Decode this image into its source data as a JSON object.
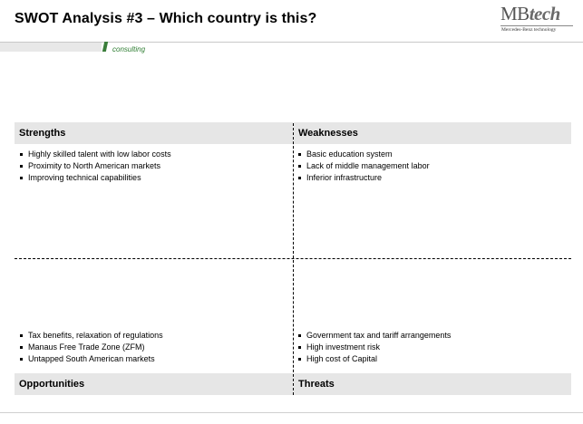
{
  "header": {
    "title": "SWOT Analysis #3 – Which country is this?",
    "logo_mb": "MB",
    "logo_tech": "tech",
    "logo_tagline": "Mercedes-Benz technology",
    "consulting": "consulting"
  },
  "swot": {
    "strengths": {
      "heading": "Strengths",
      "items": [
        "Highly skilled talent with low labor costs",
        "Proximity to North American markets",
        "Improving technical capabilities"
      ]
    },
    "weaknesses": {
      "heading": "Weaknesses",
      "items": [
        "Basic education system",
        "Lack of  middle management  labor",
        "Inferior infrastructure"
      ]
    },
    "opportunities": {
      "heading": "Opportunities",
      "items": [
        "Tax benefits, relaxation of regulations",
        "Manaus Free Trade Zone (ZFM)",
        "Untapped South American markets"
      ]
    },
    "threats": {
      "heading": "Threats",
      "items": [
        "Government tax and tariff arrangements",
        "High investment risk",
        "High cost of Capital"
      ]
    }
  },
  "colors": {
    "header_fill": "#e6e6e6",
    "consulting_green": "#2e7d32"
  }
}
